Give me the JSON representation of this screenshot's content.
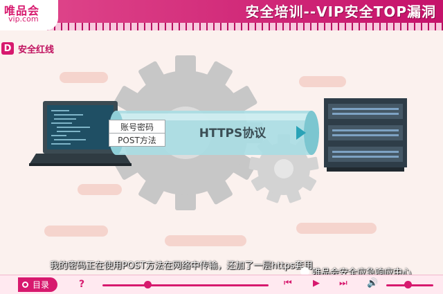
{
  "header": {
    "logo_cn": "唯品会",
    "logo_en": "vip.com",
    "title": "安全培训--VIP安全TOP漏洞"
  },
  "section": {
    "badge": "D",
    "label": "安全红线"
  },
  "scene": {
    "credential_label": "账号密码",
    "method_label": "POST方法",
    "tunnel_label": "HTTPS协议"
  },
  "subtitle": "我的密码正在使用POST方法在网络中传输，还加了一层https套用",
  "watermark": "唯品会安全应急响应中心",
  "footer": {
    "menu_label": "目录",
    "help_symbol": "?",
    "progress": 0.27,
    "volume": 0.45
  },
  "colors": {
    "brand": "#d7196e",
    "header_light": "#e14a8d",
    "background": "#fbf1ee",
    "tunnel": "#a9dde3"
  },
  "icons": [
    "laptop-icon",
    "gear-icon",
    "server-rack-icon",
    "rewind-icon",
    "play-icon",
    "forward-icon",
    "volume-icon",
    "menu-icon"
  ]
}
